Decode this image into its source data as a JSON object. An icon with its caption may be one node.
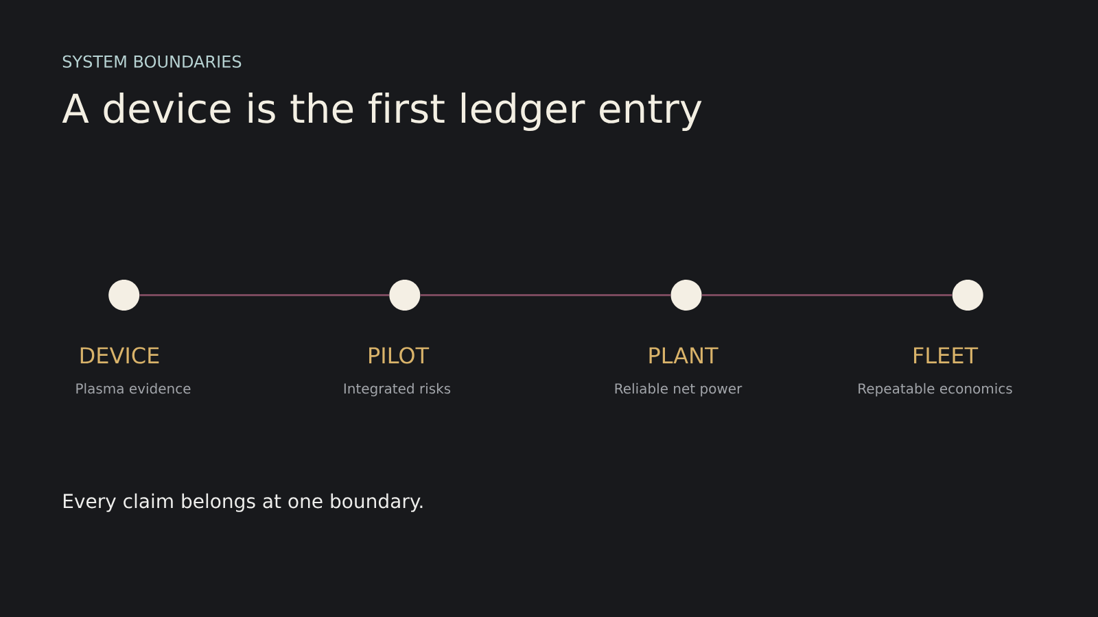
{
  "diagram": {
    "title": "A device is the first ledger entry",
    "caption": "Every claim belongs at one boundary.",
    "labels": [
      "SYSTEM BOUNDARIES"
    ],
    "nodes": [
      {
        "text": [],
        "shape": "circle",
        "beside": [
          "DEVICE",
          "Plasma evidence"
        ]
      },
      {
        "text": [],
        "shape": "circle",
        "beside": [
          "PILOT",
          "Integrated risks"
        ]
      },
      {
        "text": [],
        "shape": "circle",
        "beside": [
          "PLANT",
          "Reliable net power"
        ]
      },
      {
        "text": [],
        "shape": "circle",
        "beside": [
          "FLEET",
          "Repeatable economics"
        ]
      }
    ],
    "edges": [
      {
        "from": 0,
        "to": 1,
        "arrow": "none"
      },
      {
        "from": 1,
        "to": 2,
        "arrow": "none"
      },
      {
        "from": 2,
        "to": 3,
        "arrow": "none"
      }
    ]
  }
}
